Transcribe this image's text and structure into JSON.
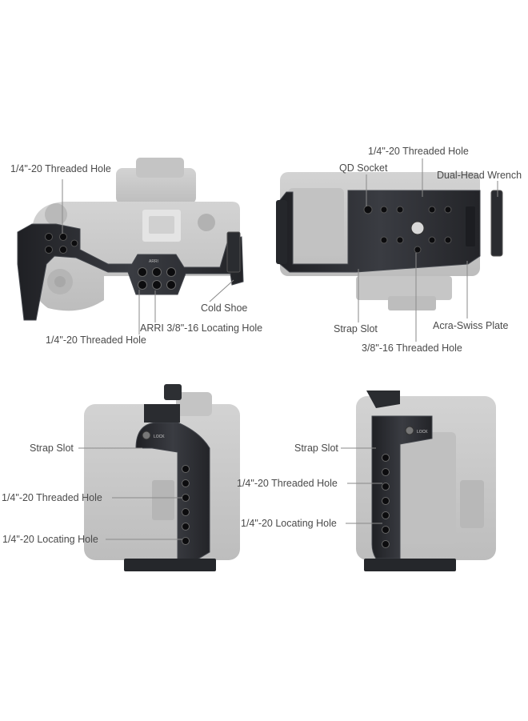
{
  "colors": {
    "background": "#ffffff",
    "camera_body": "#c9c9c9",
    "camera_shadow": "#b4b4b4",
    "cage_metal": "#2b2d31",
    "cage_edge": "#44474d",
    "leader_line": "#8a8a8a",
    "label_text": "#4a4a4a"
  },
  "views": {
    "top_left": {
      "threaded_hole_top": "1/4\"-20 Threaded Hole",
      "cold_shoe": "Cold Shoe",
      "arri_locating": "ARRI 3/8\"-16 Locating Hole",
      "threaded_hole_bottom": "1/4\"-20 Threaded Hole"
    },
    "top_right": {
      "threaded_hole": "1/4\"-20 Threaded Hole",
      "qd_socket": "QD Socket",
      "wrench": "Dual-Head Wrench",
      "strap_slot": "Strap Slot",
      "acra_swiss": "Acra-Swiss Plate",
      "threaded_38": "3/8\"-16 Threaded Hole"
    },
    "bottom_left": {
      "strap_slot": "Strap Slot",
      "threaded_hole": "1/4\"-20 Threaded Hole",
      "locating_hole": "1/4\"-20 Locating Hole"
    },
    "bottom_right": {
      "strap_slot": "Strap Slot",
      "threaded_hole": "1/4\"-20 Threaded Hole",
      "locating_hole": "1/4\"-20 Locating Hole"
    }
  },
  "engraving": {
    "lock_text": "LOCK",
    "arri_text": "ARRI"
  }
}
